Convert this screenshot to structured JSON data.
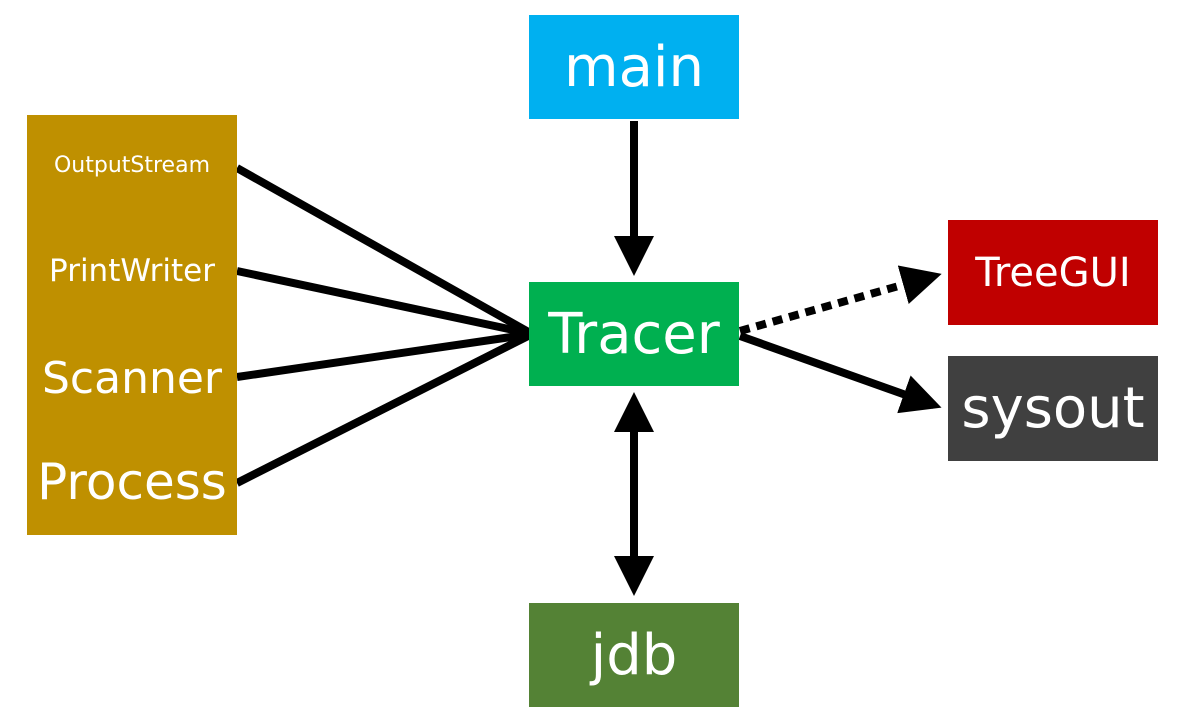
{
  "nodes": {
    "main": {
      "label": "main",
      "color": "#00b0f0"
    },
    "tracer": {
      "label": "Tracer",
      "color": "#00b050"
    },
    "jdb": {
      "label": "jdb",
      "color": "#548235"
    },
    "treegui": {
      "label": "TreeGUI",
      "color": "#c00000"
    },
    "sysout": {
      "label": "sysout",
      "color": "#404040"
    },
    "io": {
      "color": "#bf9000",
      "items": [
        {
          "label": "OutputStream"
        },
        {
          "label": "PrintWriter"
        },
        {
          "label": "Scanner"
        },
        {
          "label": "Process"
        }
      ]
    }
  },
  "edges": [
    {
      "from": "main",
      "to": "tracer",
      "style": "solid",
      "arrow": "end"
    },
    {
      "from": "tracer",
      "to": "jdb",
      "style": "solid",
      "arrow": "both"
    },
    {
      "from": "tracer",
      "to": "treegui",
      "style": "dotted",
      "arrow": "end"
    },
    {
      "from": "tracer",
      "to": "sysout",
      "style": "solid",
      "arrow": "end"
    },
    {
      "from": "OutputStream",
      "to": "tracer",
      "style": "solid",
      "arrow": "none"
    },
    {
      "from": "PrintWriter",
      "to": "tracer",
      "style": "solid",
      "arrow": "none"
    },
    {
      "from": "Scanner",
      "to": "tracer",
      "style": "solid",
      "arrow": "none"
    },
    {
      "from": "Process",
      "to": "tracer",
      "style": "solid",
      "arrow": "none"
    }
  ]
}
